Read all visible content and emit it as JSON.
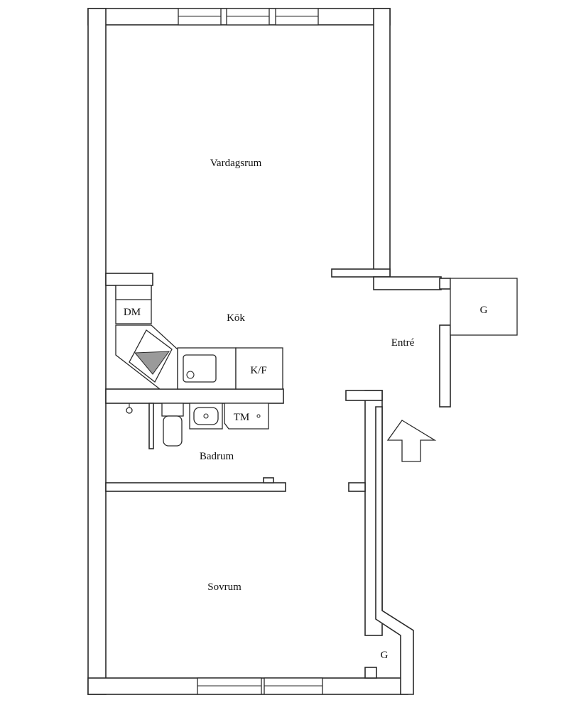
{
  "rooms": {
    "living_room": "Vardagsrum",
    "kitchen": "Kök",
    "bathroom": "Badrum",
    "bedroom": "Sovrum",
    "entrance": "Entré",
    "wardrobe_entrance": "G",
    "wardrobe_bedroom": "G"
  },
  "appliances": {
    "dishwasher": "DM",
    "fridge_freezer": "K/F",
    "washing_machine": "TM"
  },
  "colors": {
    "line": "#2a2a2a",
    "background": "#ffffff",
    "shade": "#9a9a9a"
  }
}
